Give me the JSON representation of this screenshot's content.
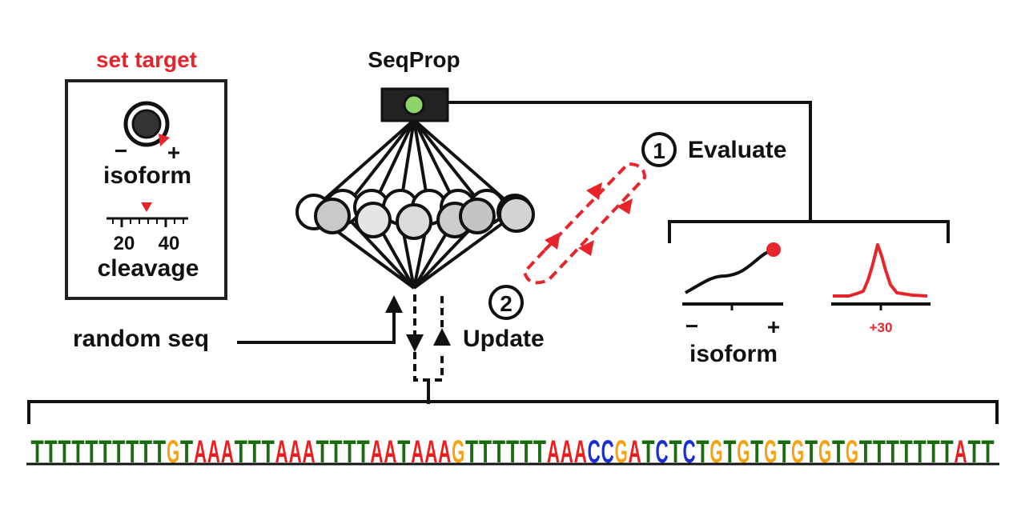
{
  "set_target": {
    "title": "set target",
    "knob_minus": "−",
    "knob_plus": "+",
    "knob_label": "isoform",
    "ruler_tick_low": "20",
    "ruler_tick_high": "40",
    "ruler_label": "cleavage"
  },
  "model": {
    "title": "SeqProp"
  },
  "steps": [
    {
      "number": "1",
      "label": "Evaluate"
    },
    {
      "number": "2",
      "label": "Update"
    }
  ],
  "input": {
    "label": "random seq"
  },
  "outputs": {
    "isoform_minus": "−",
    "isoform_plus": "+",
    "isoform_label": "isoform",
    "cleavage_tick": "+30"
  },
  "sequence": {
    "text": "TTTTTTTTTTGTAAATTTAAATTTTAATAAAGTTTTTTAAACCGATCTCTGTGTGTGTGTGTTTTTTTATT"
  },
  "colors": {
    "accent_red": "#e8242b",
    "base_T": "#1a6b10",
    "base_A": "#ee1c1c",
    "base_G": "#f5a314",
    "base_C": "#1a2fd0",
    "base_black": "#111111",
    "knob_marker": "#e8242b",
    "model_light": "#8dd36a"
  }
}
